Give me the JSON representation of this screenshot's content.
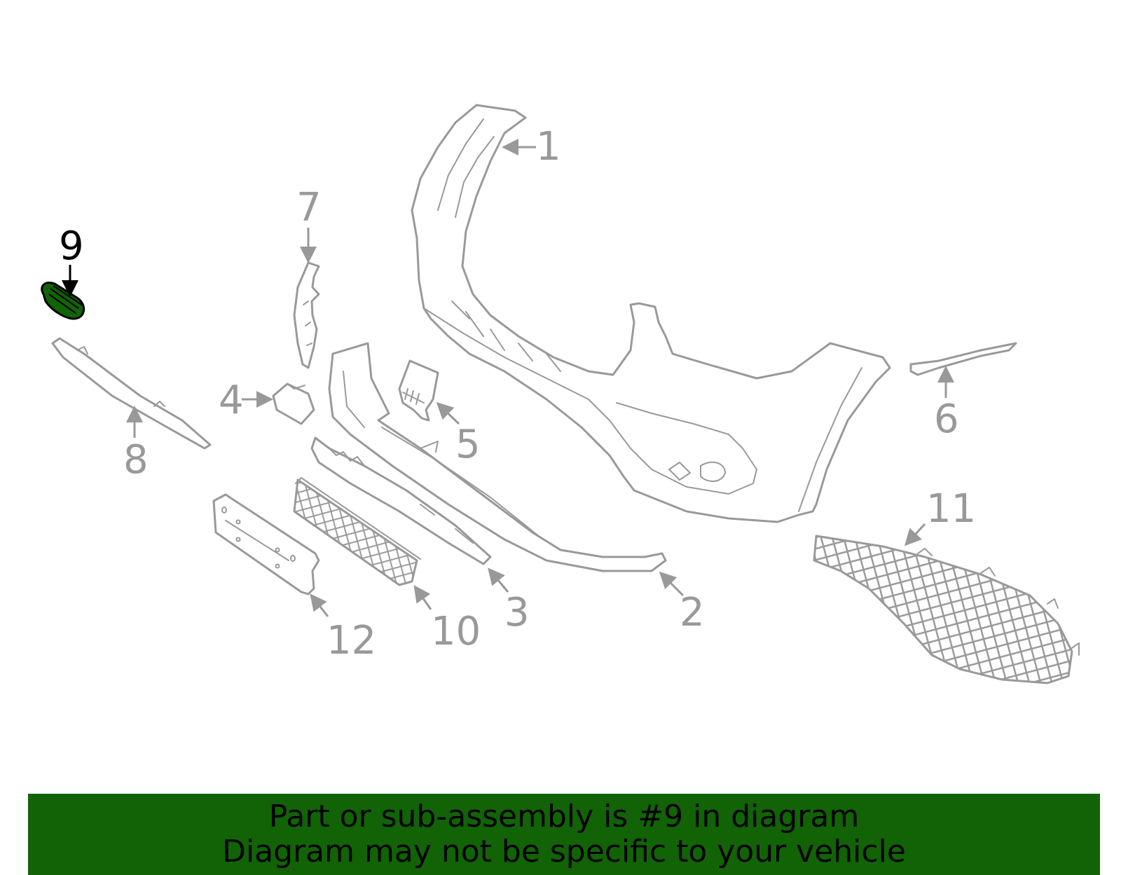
{
  "diagram": {
    "highlighted_part": "9",
    "colors": {
      "line": "#999999",
      "highlight_fill": "#116306",
      "highlight_stroke": "#000000",
      "banner_bg": "#116306",
      "banner_text": "#000000"
    },
    "callouts": [
      {
        "id": "1",
        "label": "1"
      },
      {
        "id": "2",
        "label": "2"
      },
      {
        "id": "3",
        "label": "3"
      },
      {
        "id": "4",
        "label": "4"
      },
      {
        "id": "5",
        "label": "5"
      },
      {
        "id": "6",
        "label": "6"
      },
      {
        "id": "7",
        "label": "7"
      },
      {
        "id": "8",
        "label": "8"
      },
      {
        "id": "9",
        "label": "9"
      },
      {
        "id": "10",
        "label": "10"
      },
      {
        "id": "11",
        "label": "11"
      },
      {
        "id": "12",
        "label": "12"
      }
    ]
  },
  "banner": {
    "line1": "Part or sub-assembly is #9 in diagram",
    "line2": "Diagram may not be specific to your vehicle"
  }
}
